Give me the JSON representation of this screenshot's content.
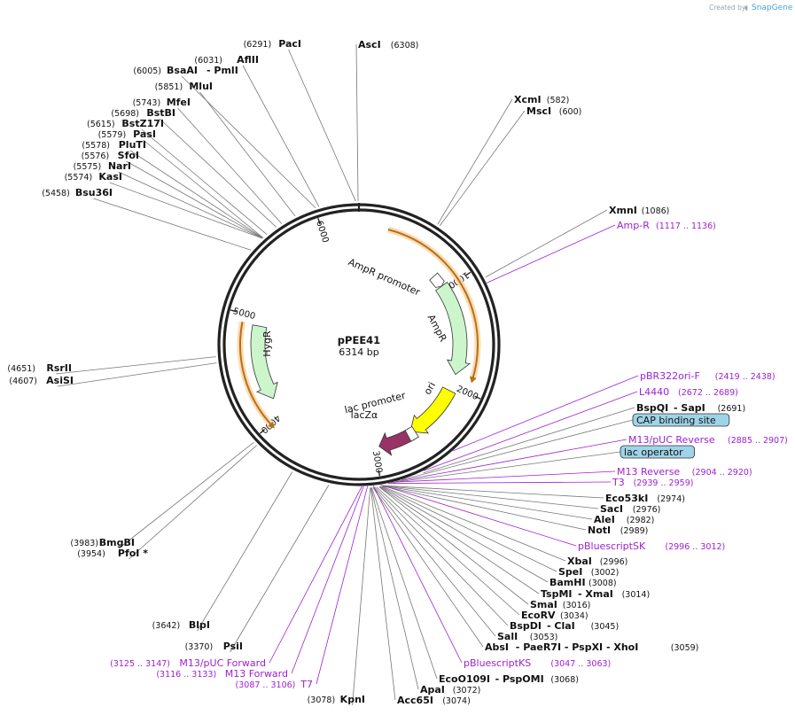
{
  "credit": {
    "prefix": "Created by",
    "brand": "SnapGene"
  },
  "plasmid": {
    "name": "pPEE41",
    "length_label": "6314 bp",
    "length": 6314
  },
  "ticks": [
    "1000",
    "2000",
    "3000",
    "4000",
    "5000",
    "6000"
  ],
  "features": [
    {
      "label": "AmpR promoter",
      "color": "#ffffff"
    },
    {
      "label": "AmpR",
      "color": "#ccf5cc"
    },
    {
      "label": "ori",
      "color": "#ffff00"
    },
    {
      "label": "lac promoter",
      "color": "#ffffff"
    },
    {
      "label": "lacZα",
      "color": "#993366"
    },
    {
      "label": "HygR",
      "color": "#ccf5cc"
    }
  ],
  "sites_left": [
    {
      "name": "PacI",
      "pos": "(6291)"
    },
    {
      "name": "AflII",
      "pos": "(6031)"
    },
    {
      "name": "BsaAI",
      "pos": "(6005)",
      "extra": "- PmlI"
    },
    {
      "name": "MluI",
      "pos": "(5851)"
    },
    {
      "name": "MfeI",
      "pos": "(5743)"
    },
    {
      "name": "BstBI",
      "pos": "(5698)"
    },
    {
      "name": "BstZ17I",
      "pos": "(5615)"
    },
    {
      "name": "PasI",
      "pos": "(5579)"
    },
    {
      "name": "PluTI",
      "pos": "(5578)"
    },
    {
      "name": "SfoI",
      "pos": "(5576)"
    },
    {
      "name": "NarI",
      "pos": "(5575)"
    },
    {
      "name": "KasI",
      "pos": "(5574)"
    },
    {
      "name": "Bsu36I",
      "pos": "(5458)"
    },
    {
      "name": "RsrII",
      "pos": "(4651)"
    },
    {
      "name": "AsiSI",
      "pos": "(4607)"
    },
    {
      "name": "BmgBI",
      "pos": "(3983)"
    },
    {
      "name": "PfoI *",
      "pos": "(3954)"
    },
    {
      "name": "BlpI",
      "pos": "(3642)"
    },
    {
      "name": "PsiI",
      "pos": "(3370)"
    },
    {
      "name": "KpnI",
      "pos": "(3078)"
    }
  ],
  "sites_right": [
    {
      "name": "AscI",
      "pos": "(6308)"
    },
    {
      "name": "XcmI",
      "pos": "(582)"
    },
    {
      "name": "MscI",
      "pos": "(600)"
    },
    {
      "name": "XmnI",
      "pos": "(1086)"
    },
    {
      "name": "BspQI",
      "pos": "(2691)",
      "extra": "- SapI"
    },
    {
      "name": "Eco53kI",
      "pos": "(2974)"
    },
    {
      "name": "SacI",
      "pos": "(2976)"
    },
    {
      "name": "AleI",
      "pos": "(2982)"
    },
    {
      "name": "NotI",
      "pos": "(2989)"
    },
    {
      "name": "XbaI",
      "pos": "(2996)"
    },
    {
      "name": "SpeI",
      "pos": "(3002)"
    },
    {
      "name": "BamHI",
      "pos": "(3008)"
    },
    {
      "name": "TspMI",
      "pos": "(3014)",
      "extra": "- XmaI"
    },
    {
      "name": "SmaI",
      "pos": "(3016)"
    },
    {
      "name": "EcoRV",
      "pos": "(3034)"
    },
    {
      "name": "BspDI",
      "pos": "(3045)",
      "extra": "- ClaI"
    },
    {
      "name": "SalI",
      "pos": "(3053)"
    },
    {
      "name": "AbsI",
      "pos": "(3059)",
      "extra": "- PaeR7I  - PspXI  - XhoI"
    },
    {
      "name": "EcoO109I",
      "pos": "(3068)",
      "extra": "- PspOMI"
    },
    {
      "name": "ApaI",
      "pos": "(3072)"
    },
    {
      "name": "Acc65I",
      "pos": "(3074)"
    }
  ],
  "primers": [
    {
      "name": "Amp-R",
      "range": "(1117 .. 1136)"
    },
    {
      "name": "pBR322ori-F",
      "range": "(2419 .. 2438)"
    },
    {
      "name": "L4440",
      "range": "(2672 .. 2689)"
    },
    {
      "name": "M13/pUC Reverse",
      "range": "(2885 .. 2907)"
    },
    {
      "name": "M13 Reverse",
      "range": "(2904 .. 2920)"
    },
    {
      "name": "T3",
      "range": "(2939 .. 2959)"
    },
    {
      "name": "pBluescriptSK",
      "range": "(2996 .. 3012)"
    },
    {
      "name": "pBluescriptKS",
      "range": "(3047 .. 3063)"
    },
    {
      "name": "M13/pUC Forward",
      "range": "(3125 .. 3147)"
    },
    {
      "name": "M13 Forward",
      "range": "(3116 .. 3133)"
    },
    {
      "name": "T7",
      "range": "(3087 .. 3106)"
    }
  ],
  "boxed_labels": [
    {
      "name": "CAP binding site",
      "color": "#9fd3e8"
    },
    {
      "name": "lac operator",
      "color": "#9fd3e8"
    }
  ]
}
